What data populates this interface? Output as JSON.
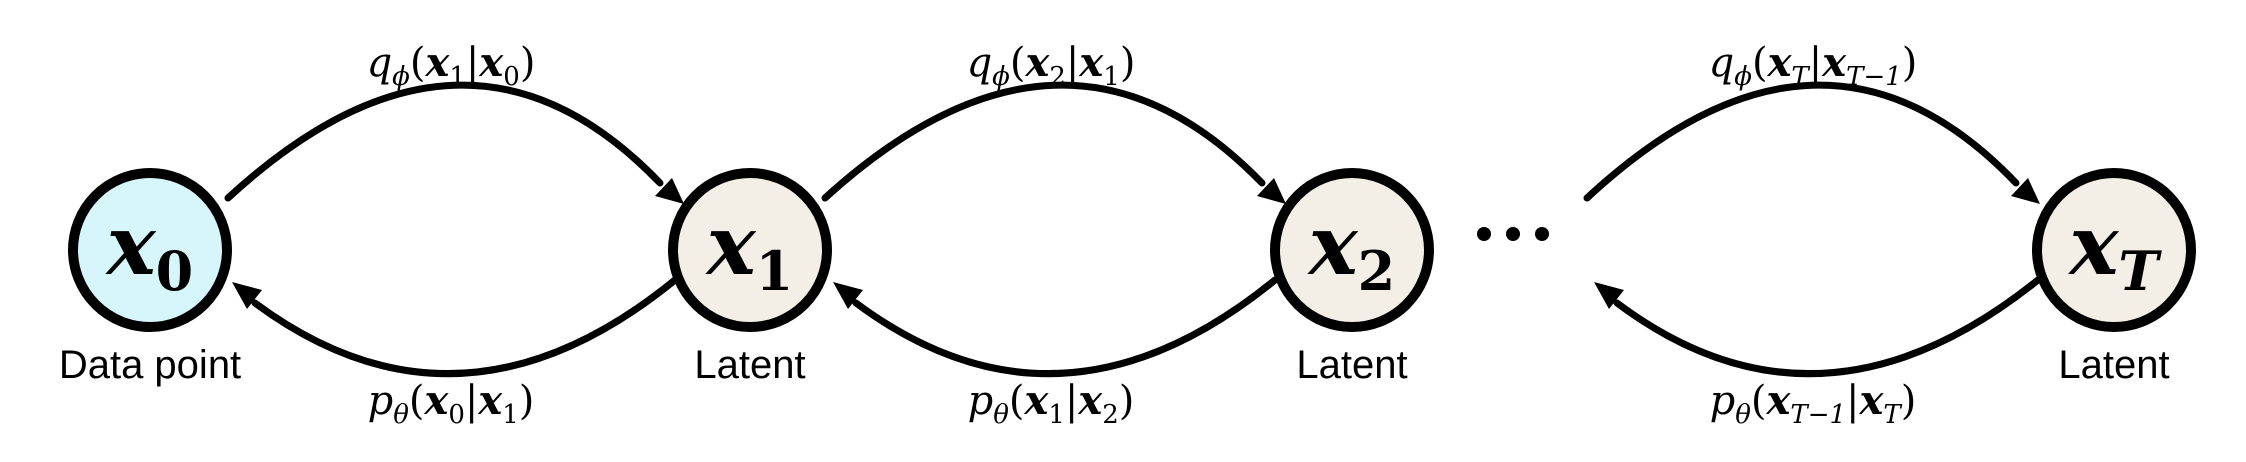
{
  "nodes": [
    {
      "var": "x",
      "sub": "0",
      "caption": "Data point",
      "fill": "#d6f6fb"
    },
    {
      "var": "x",
      "sub": "1",
      "caption": "Latent",
      "fill": "#f3efe7"
    },
    {
      "var": "x",
      "sub": "2",
      "caption": "Latent",
      "fill": "#f3efe7"
    },
    {
      "var": "x",
      "sub": "T",
      "caption": "Latent",
      "fill": "#f3efe7"
    }
  ],
  "ellipsis": "...",
  "forward_labels": [
    {
      "q": "q",
      "phi": "ϕ",
      "lp": "(",
      "a": "x",
      "a_sub": "1",
      "bar": "|",
      "b": "x",
      "b_sub": "0",
      "rp": ")"
    },
    {
      "q": "q",
      "phi": "ϕ",
      "lp": "(",
      "a": "x",
      "a_sub": "2",
      "bar": "|",
      "b": "x",
      "b_sub": "1",
      "rp": ")"
    },
    {
      "q": "q",
      "phi": "ϕ",
      "lp": "(",
      "a": "x",
      "a_sub": "T",
      "bar": "|",
      "b": "x",
      "b_sub": "T−1",
      "rp": ")"
    }
  ],
  "reverse_labels": [
    {
      "p": "p",
      "theta": "θ",
      "lp": "(",
      "a": "x",
      "a_sub": "0",
      "bar": "|",
      "b": "x",
      "b_sub": "1",
      "rp": ")"
    },
    {
      "p": "p",
      "theta": "θ",
      "lp": "(",
      "a": "x",
      "a_sub": "1",
      "bar": "|",
      "b": "x",
      "b_sub": "2",
      "rp": ")"
    },
    {
      "p": "p",
      "theta": "θ",
      "lp": "(",
      "a": "x",
      "a_sub": "T−1",
      "bar": "|",
      "b": "x",
      "b_sub": "T",
      "rp": ")"
    }
  ]
}
